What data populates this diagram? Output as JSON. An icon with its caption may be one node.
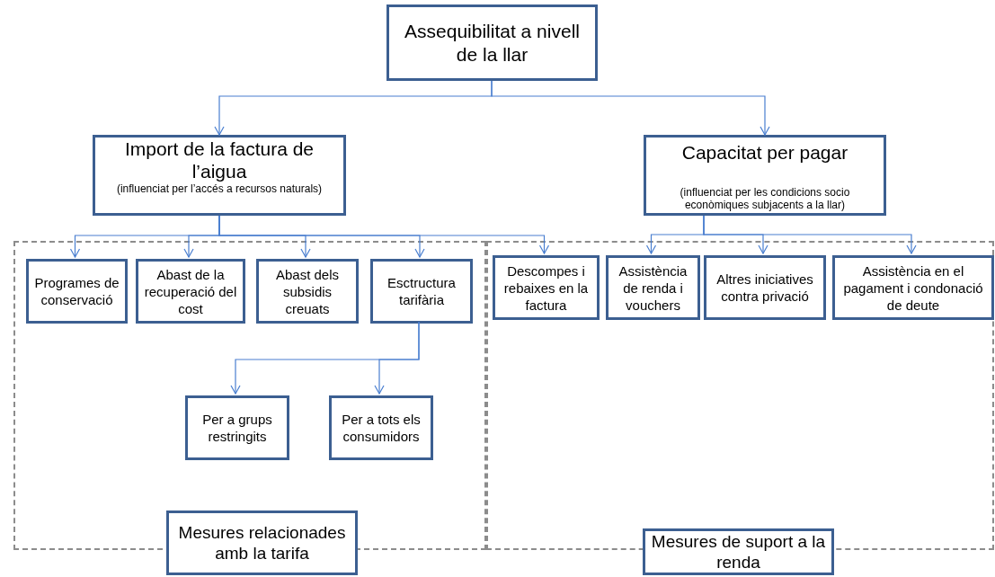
{
  "diagram": {
    "nodes": [
      {
        "text": [
          "Assequibilitat a nivell de la llar"
        ]
      },
      {
        "text": [
          "Import de la factura de l’aigua",
          "(influenciat per l’accés a recursos naturals)"
        ]
      },
      {
        "text": [
          "Capacitat per pagar",
          "(influenciat per les condicions socio econòmiques subjacents a la llar)"
        ]
      },
      {
        "text": [],
        "shape": "box"
      },
      {
        "text": [
          "Programes de conservació"
        ],
        "in": 3
      },
      {
        "text": [
          "Abast de la recuperació del cost"
        ],
        "in": 3
      },
      {
        "text": [
          "Abast dels subsidis creuats"
        ],
        "in": 3
      },
      {
        "text": [
          "Esctructura tarifària"
        ],
        "in": 3
      },
      {
        "text": [
          "Per a grups restringits"
        ],
        "in": 3
      },
      {
        "text": [
          "Per a tots els consumidors"
        ],
        "in": 3
      },
      {
        "text": [
          "Mesures relacionades amb la tarifa"
        ]
      },
      {
        "text": [],
        "shape": "box"
      },
      {
        "text": [
          "Descompes i rebaixes en la factura"
        ],
        "in": 11
      },
      {
        "text": [
          "Assistència de renda i vouchers"
        ],
        "in": 11
      },
      {
        "text": [
          "Altres iniciatives contra privació"
        ],
        "in": 11
      },
      {
        "text": [
          "Assistència en el pagament i condonació de deute"
        ],
        "in": 11
      },
      {
        "text": [
          "Mesures de suport a la renda"
        ]
      }
    ],
    "edges": [
      {
        "from": 0,
        "to": 1,
        "arrow": "to"
      },
      {
        "from": 0,
        "to": 2,
        "arrow": "to"
      },
      {
        "from": 1,
        "to": 4,
        "arrow": "to"
      },
      {
        "from": 1,
        "to": 5,
        "arrow": "to"
      },
      {
        "from": 1,
        "to": 6,
        "arrow": "to"
      },
      {
        "from": 1,
        "to": 7,
        "arrow": "to"
      },
      {
        "from": 1,
        "to": 12,
        "arrow": "to"
      },
      {
        "from": 2,
        "to": 13,
        "arrow": "to"
      },
      {
        "from": 2,
        "to": 14,
        "arrow": "to"
      },
      {
        "from": 2,
        "to": 15,
        "arrow": "to"
      },
      {
        "from": 7,
        "to": 8,
        "arrow": "to"
      },
      {
        "from": 7,
        "to": 9,
        "arrow": "to"
      }
    ]
  }
}
